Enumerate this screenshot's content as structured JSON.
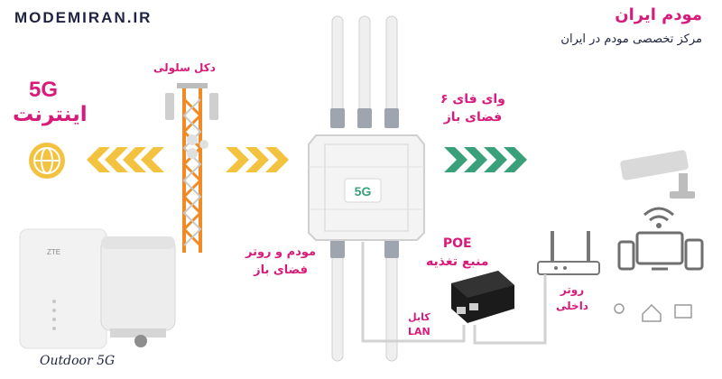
{
  "brand": "MODEMIRAN.IR",
  "header": {
    "title": "مودم ایران",
    "subtitle": "مرکز تخصصی مودم در ایران"
  },
  "internet": {
    "tech": "5G",
    "label": "اینترنت"
  },
  "mast": {
    "label": "دکل سلولی"
  },
  "wifi": {
    "line1": "وای فای ۶",
    "line2": "فضای باز"
  },
  "modem": {
    "line1": "مودم و روتر",
    "line2": "فضای باز",
    "badge": "5G"
  },
  "poe": {
    "line1": "POE",
    "line2": "منبع تغذیه"
  },
  "lan": {
    "line1": "کابل",
    "line2": "LAN"
  },
  "router": {
    "line1": "روتر",
    "line2": "داخلی"
  },
  "product": {
    "label": "Outdoor 5G",
    "brand": "ZTE"
  },
  "colors": {
    "accent": "#d81b7a",
    "dark": "#1e2340",
    "arrow_yellow": "#f3c23f",
    "arrow_green": "#3aa07a"
  }
}
